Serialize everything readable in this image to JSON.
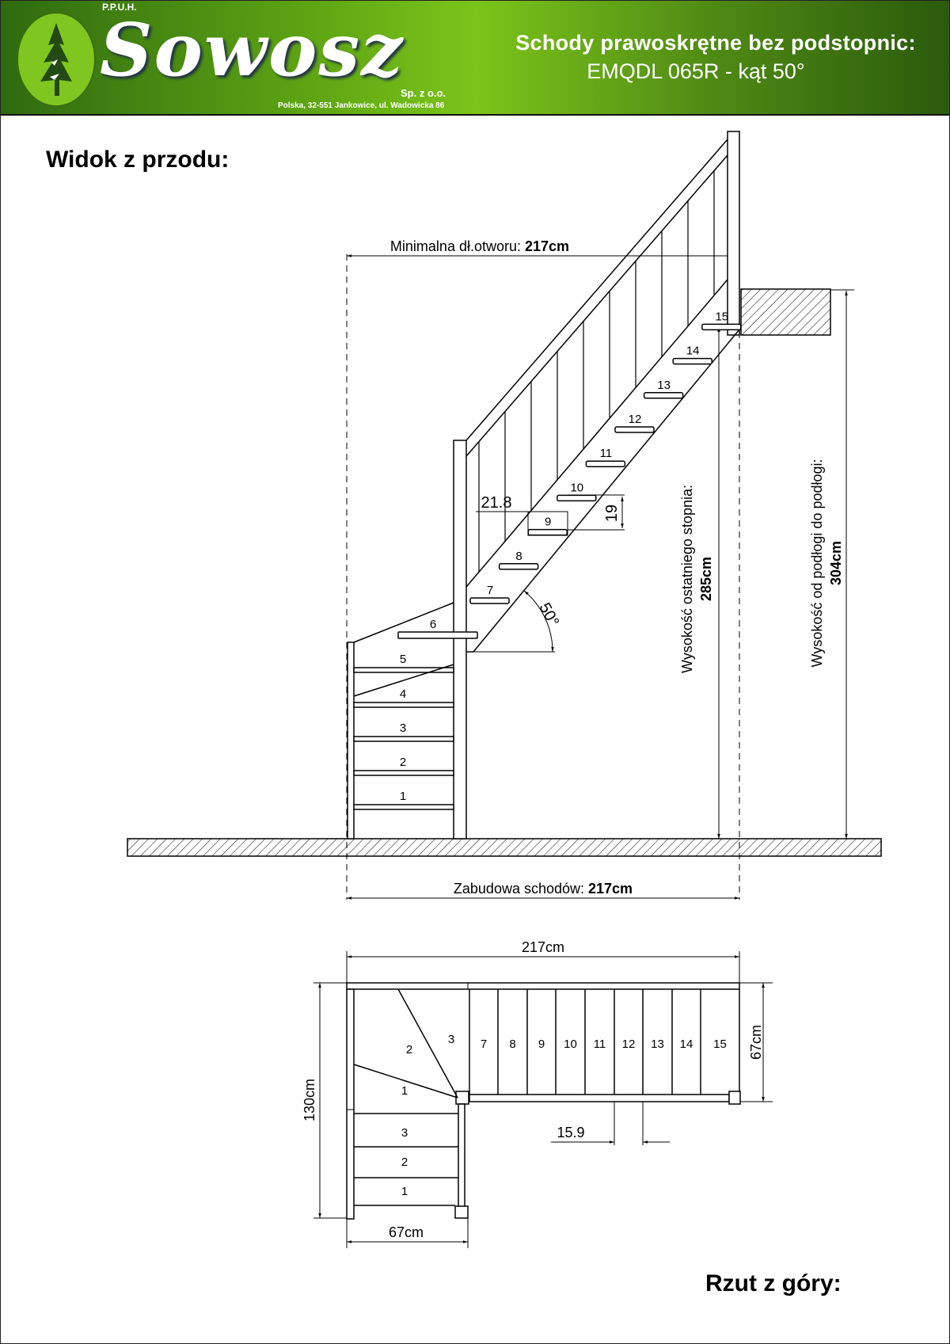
{
  "header": {
    "company_prefix": "P.P.U.H.",
    "brand": "Sowosz",
    "company_suffix": "Sp. z o.o.",
    "address": "Polska, 32-551 Jankowice, ul. Wadowicka 86",
    "title": "Schody prawoskrętne bez podstopnic:",
    "subtitle": "EMQDL 065R - kąt 50°",
    "brand_color": "#6cb51a"
  },
  "front_view": {
    "title": "Widok z przodu:",
    "opening_label": "Minimalna dł.otworu: ",
    "opening_value": "217cm",
    "footprint_label": "Zabudowa schodów: ",
    "footprint_value": "217cm",
    "last_step_label": "Wysokość ostatniego stopnia:",
    "last_step_value": "285cm",
    "floor_height_label": "Wysokość od podłogi do podłogi:",
    "floor_height_value": "304cm",
    "tread_depth": "21.8",
    "riser_height": "19",
    "angle": "50°",
    "lower_steps": [
      "1",
      "2",
      "3",
      "4",
      "5"
    ],
    "upper_steps": [
      "6",
      "7",
      "8",
      "9",
      "10",
      "11",
      "12",
      "13",
      "14",
      "15"
    ]
  },
  "top_view": {
    "title": "Rzut z góry:",
    "width": "217cm",
    "depth": "130cm",
    "flight_width_right": "67cm",
    "flight_width_bottom": "67cm",
    "tread_width": "15.9",
    "lower_steps": [
      "1",
      "2",
      "3"
    ],
    "winder_steps": [
      "1",
      "2",
      "3"
    ],
    "upper_steps": [
      "7",
      "8",
      "9",
      "10",
      "11",
      "12",
      "13",
      "14",
      "15"
    ]
  }
}
